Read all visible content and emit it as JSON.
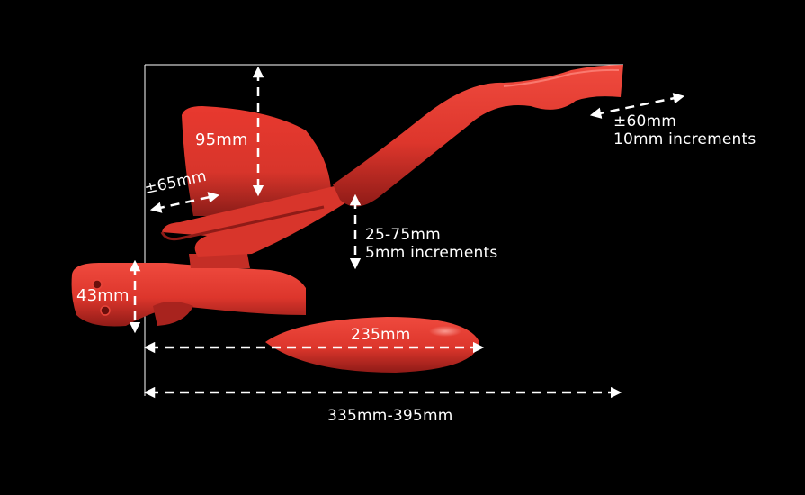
{
  "diagram": {
    "subject": "aero bar extension with armrest pad",
    "colors": {
      "background": "#000000",
      "part_red": "#e53a30",
      "part_red_dark": "#9e1e1a",
      "annotation": "#ffffff"
    },
    "dimensions": {
      "pad_height": {
        "label": "95mm"
      },
      "pad_fore_aft": {
        "label": "±65mm"
      },
      "pad_stack": {
        "label": "25-75mm",
        "sublabel": "5mm increments"
      },
      "extension_reach": {
        "label": "±60mm",
        "sublabel": "10mm increments"
      },
      "clamp_height": {
        "label": "43mm"
      },
      "base_length": {
        "label": "235mm"
      },
      "overall_length": {
        "label": "335mm-395mm"
      }
    }
  }
}
